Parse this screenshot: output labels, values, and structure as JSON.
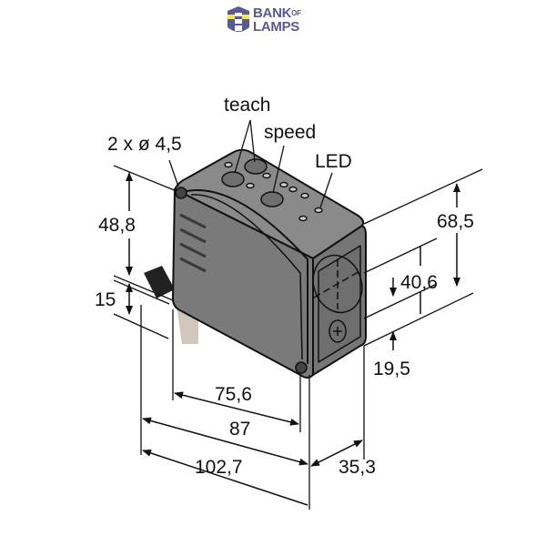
{
  "logo": {
    "line1": "BANK",
    "of": "OF",
    "line2": "LAMPS",
    "color": "#5a5a92",
    "accent": "#f2e46a"
  },
  "labels": {
    "teach": "teach",
    "speed": "speed",
    "led": "LED",
    "holes": "2 x ø 4,5"
  },
  "dimensions": {
    "height_side": "48,8",
    "connector": "15",
    "height_total": "68,5",
    "lens_spacing": "40,6",
    "lens_bottom": "19,5",
    "length_inner": "75,6",
    "length_body": "87",
    "length_total": "102,7",
    "width": "35,3"
  },
  "colors": {
    "housing": "#7a7a7a",
    "housing_dark": "#5f5f5f",
    "line": "#111111"
  }
}
